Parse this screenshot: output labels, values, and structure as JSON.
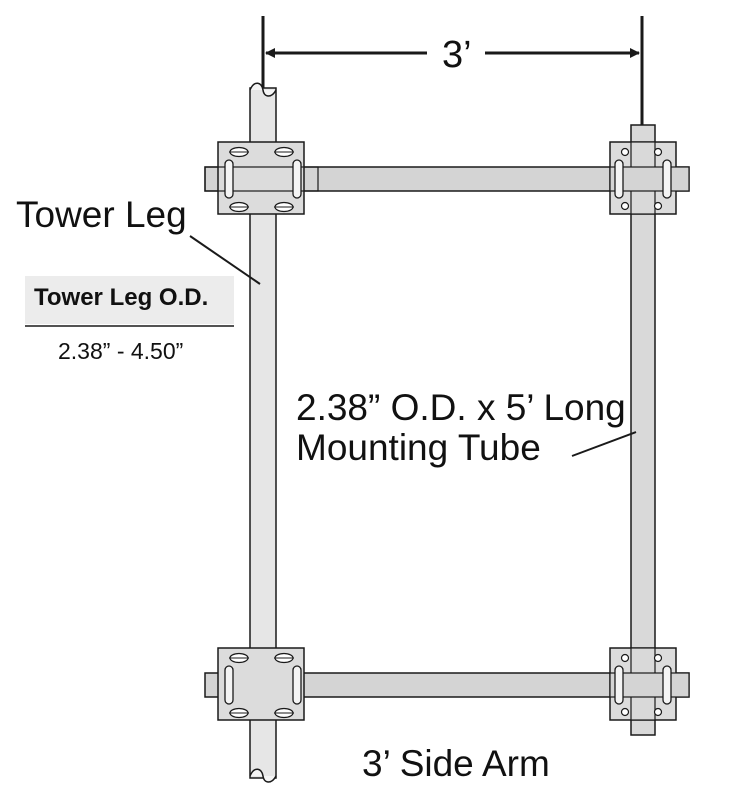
{
  "diagram": {
    "dimension_label": "3’",
    "tower_leg_label": "Tower Leg",
    "od_table": {
      "heading": "Tower Leg O.D.",
      "range": "2.38” - 4.50”"
    },
    "mounting_tube": {
      "line1": "2.38” O.D. x 5’ Long",
      "line2": "Mounting Tube"
    },
    "side_arm_label": "3’ Side Arm"
  },
  "colors": {
    "stroke": "#1a1a1a",
    "tower_leg_fill": "#e6e6e6",
    "tube_fill": "#d9d9d9",
    "plate_fill": "#dcdcdc",
    "arm_fill": "#d4d4d4",
    "table_header_fill": "#ececec"
  }
}
